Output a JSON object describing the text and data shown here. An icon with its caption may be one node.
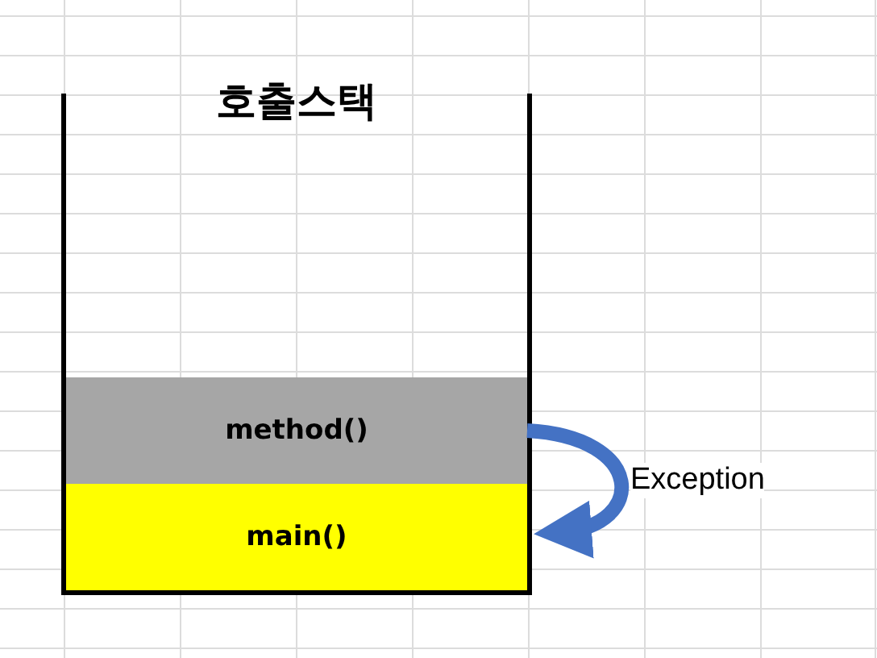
{
  "diagram": {
    "nodes": [
      {
        "text": [
          "호출스택"
        ]
      },
      {
        "text": [
          "method()"
        ],
        "in": 0
      },
      {
        "text": [
          "main()"
        ],
        "in": 0
      }
    ],
    "edges": [
      {
        "from": 1,
        "to": 2,
        "arrow": "to",
        "label": "Exception",
        "color": "#4472c4"
      }
    ]
  }
}
